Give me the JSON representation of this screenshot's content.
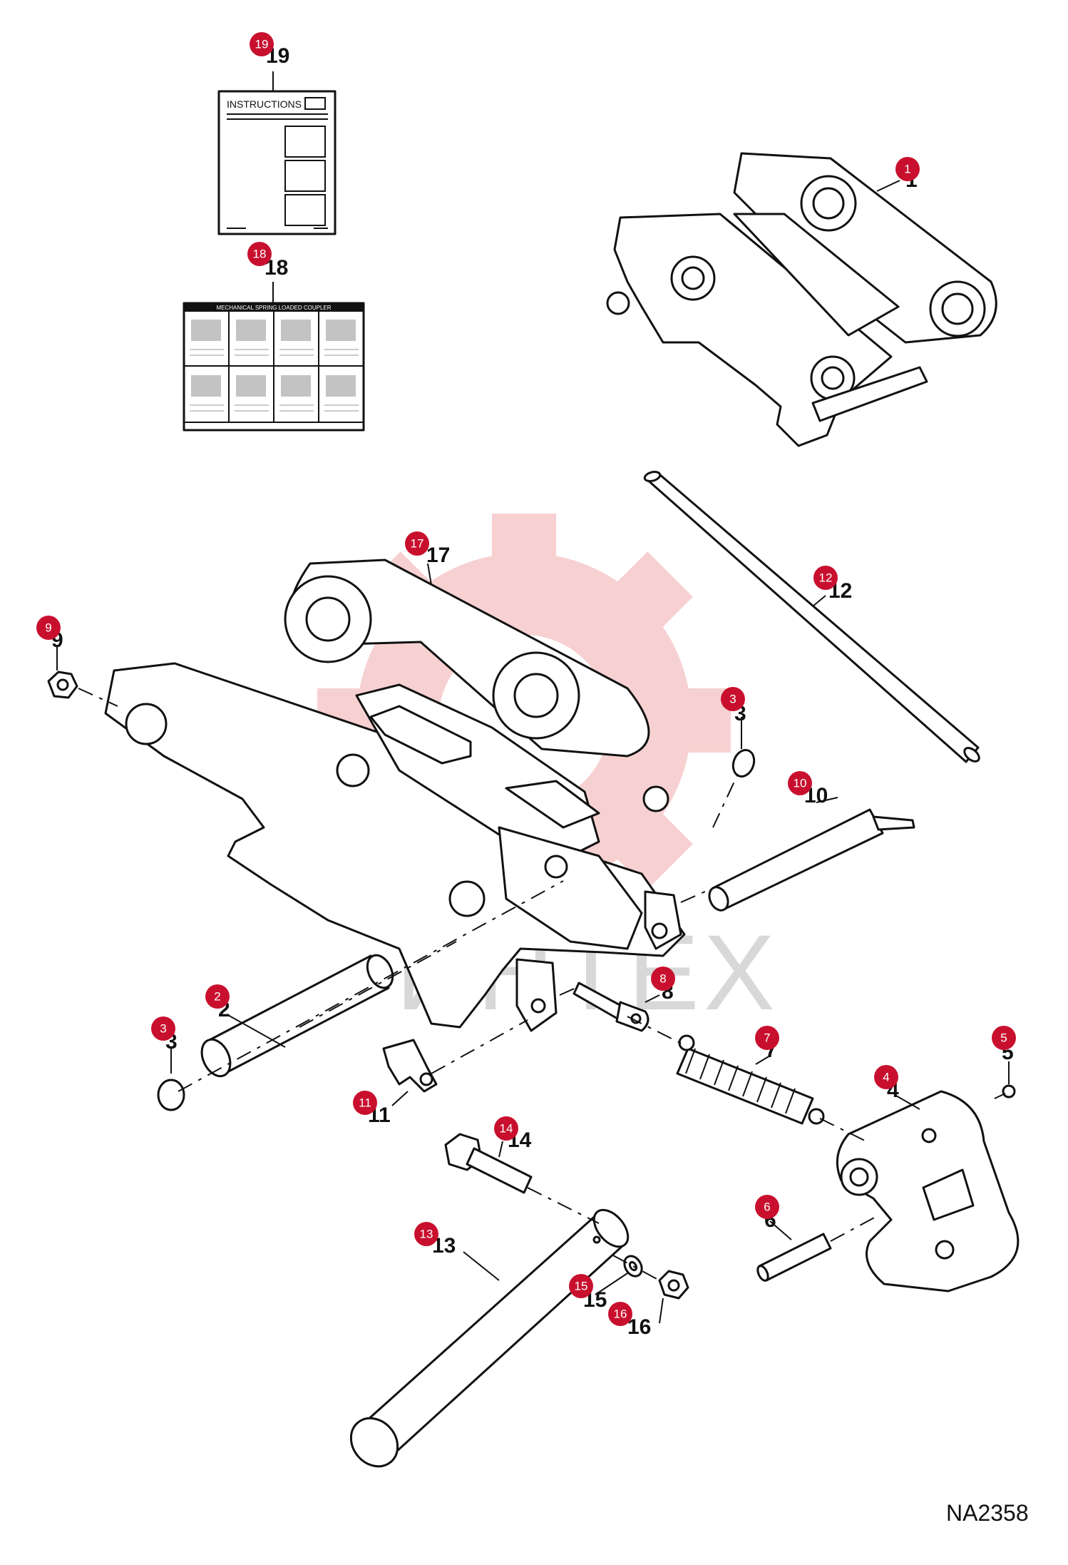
{
  "drawing": {
    "code": "NA2358",
    "watermark": "ИНТЕХ",
    "instruction_sheet": {
      "title": "INSTRUCTIONS"
    },
    "decal": {
      "title": "MECHANICAL SPRING LOADED COUPLER"
    }
  },
  "callouts": [
    {
      "id": "c1",
      "badge": "1",
      "label": "1"
    },
    {
      "id": "c2",
      "badge": "2",
      "label": "2"
    },
    {
      "id": "c3a",
      "badge": "3",
      "label": "3"
    },
    {
      "id": "c3b",
      "badge": "3",
      "label": "3"
    },
    {
      "id": "c4",
      "badge": "4",
      "label": "4"
    },
    {
      "id": "c5",
      "badge": "5",
      "label": "5"
    },
    {
      "id": "c6",
      "badge": "6",
      "label": "6"
    },
    {
      "id": "c7",
      "badge": "7",
      "label": "7"
    },
    {
      "id": "c8",
      "badge": "8",
      "label": "8"
    },
    {
      "id": "c9",
      "badge": "9",
      "label": "9"
    },
    {
      "id": "c10",
      "badge": "10",
      "label": "10"
    },
    {
      "id": "c11",
      "badge": "11",
      "label": "11"
    },
    {
      "id": "c12",
      "badge": "12",
      "label": "12"
    },
    {
      "id": "c13",
      "badge": "13",
      "label": "13"
    },
    {
      "id": "c14",
      "badge": "14",
      "label": "14"
    },
    {
      "id": "c15",
      "badge": "15",
      "label": "15"
    },
    {
      "id": "c16",
      "badge": "16",
      "label": "16"
    },
    {
      "id": "c17",
      "badge": "17",
      "label": "17"
    },
    {
      "id": "c18",
      "badge": "18",
      "label": "18"
    },
    {
      "id": "c19",
      "badge": "19",
      "label": "19"
    }
  ],
  "colors": {
    "badge": "#c8102e",
    "line": "#111111",
    "watermark": "#f6c9c9"
  }
}
